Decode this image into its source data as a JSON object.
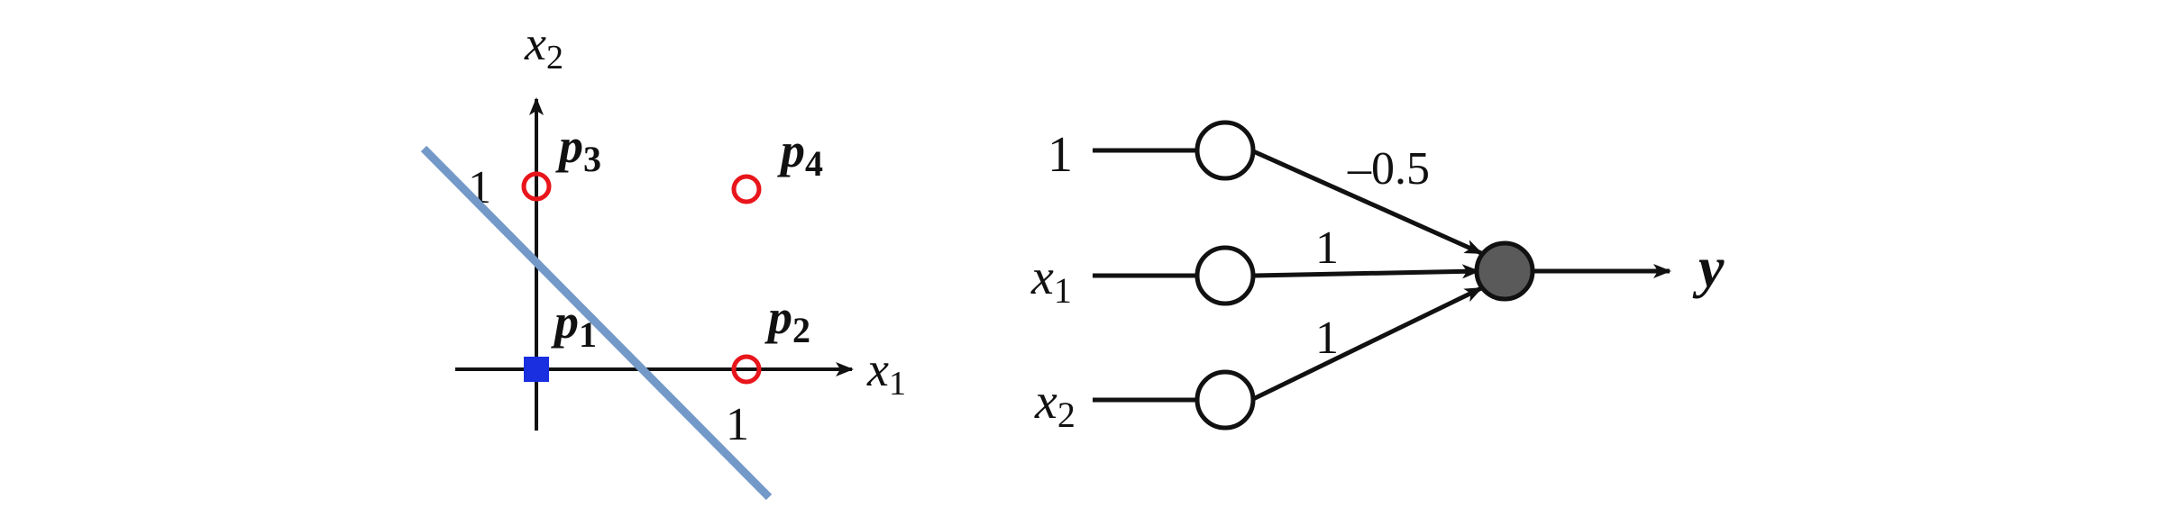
{
  "colors": {
    "axis": "#111111",
    "open_point": "#e8151b",
    "filled_point": "#1a2fe0",
    "decision_line": "#7399c9",
    "neuron_fill": "#ffffff",
    "output_neuron_fill": "#5a5a5a"
  },
  "plot": {
    "x_axis_label": {
      "base": "x",
      "sub": "1"
    },
    "y_axis_label": {
      "base": "x",
      "sub": "2"
    },
    "x_tick": "1",
    "y_tick": "1",
    "points": [
      {
        "label": {
          "base": "p",
          "sub": "1"
        },
        "x": 0,
        "y": 0,
        "marker": "filled-square"
      },
      {
        "label": {
          "base": "p",
          "sub": "2"
        },
        "x": 1,
        "y": 0,
        "marker": "open-circle"
      },
      {
        "label": {
          "base": "p",
          "sub": "3"
        },
        "x": 0,
        "y": 1,
        "marker": "open-circle"
      },
      {
        "label": {
          "base": "p",
          "sub": "4"
        },
        "x": 1,
        "y": 1,
        "marker": "open-circle"
      }
    ]
  },
  "network": {
    "inputs": [
      {
        "label": {
          "base": "1",
          "sub": ""
        },
        "weight": "–0.5"
      },
      {
        "label": {
          "base": "x",
          "sub": "1"
        },
        "weight": "1"
      },
      {
        "label": {
          "base": "x",
          "sub": "2"
        },
        "weight": "1"
      }
    ],
    "output_label": "y"
  }
}
